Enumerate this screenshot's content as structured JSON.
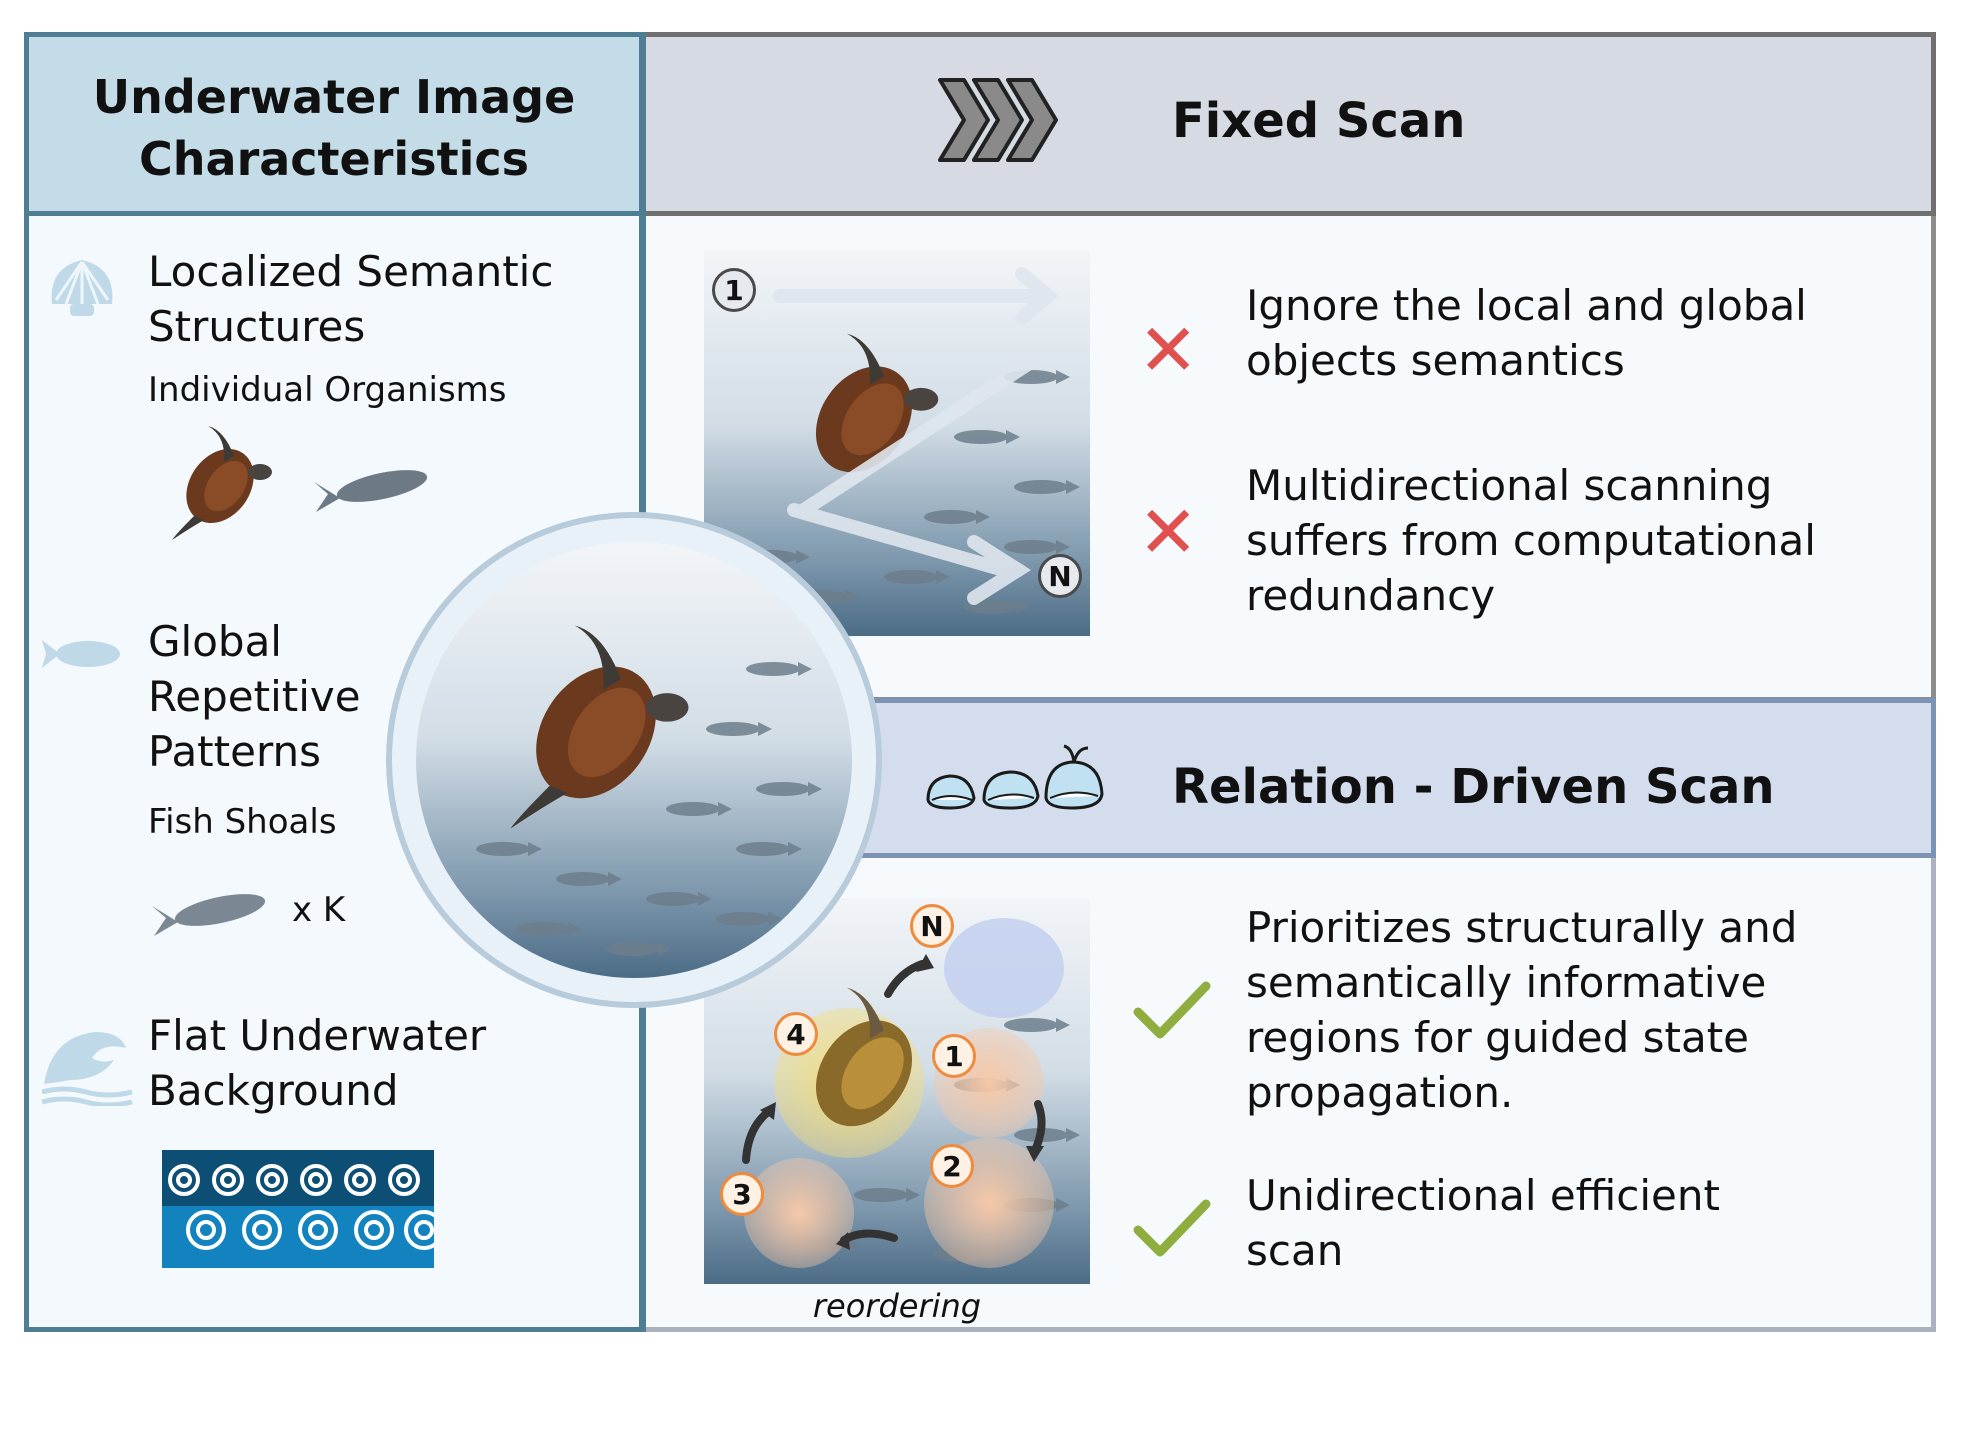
{
  "left": {
    "title": "Underwater Image Characteristics",
    "items": [
      {
        "heading": "Localized Semantic Structures",
        "sub": "Individual Organisms"
      },
      {
        "heading": "Global Repetitive Patterns",
        "sub": "Fish Shoals",
        "multiplier": "x K"
      },
      {
        "heading": "Flat Underwater Background"
      }
    ]
  },
  "fixed": {
    "title": "Fixed Scan",
    "badges": [
      "1",
      "N"
    ],
    "points": [
      "Ignore the local and global objects semantics",
      "Multidirectional scanning suffers from computational redundancy"
    ]
  },
  "relation": {
    "title": "Relation - Driven Scan",
    "badges": [
      "N",
      "4",
      "1",
      "2",
      "3"
    ],
    "caption": "reordering",
    "points": [
      "Prioritizes structurally and semantically informative regions for guided state propagation.",
      "Unidirectional efficient scan"
    ]
  },
  "colors": {
    "left_border": "#4f7d94",
    "left_header": "#c4dce8",
    "fixed_header": "#d5dae3",
    "relation_header": "#d4dded",
    "cross": "#e0504f",
    "check": "#8fae3f",
    "badge_orange": "#f08a3c"
  }
}
